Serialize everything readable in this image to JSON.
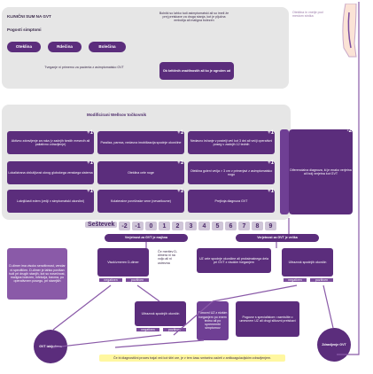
{
  "top": {
    "heading": "KLINIČNI SUM NA GVT",
    "subheading": "Pogosti simptomi",
    "pills": [
      "Oteklina",
      "Rdečina",
      "Bolečina"
    ],
    "leftNote": "Tveganje ni primerno za pacienta z asimptomatsko GVT",
    "rightNote": "Bolniki so lahko tudi asimptomatski ali so imeli že prej preiskave za druga stanja, kot je pljučna embolija ali maligna bolezen",
    "purpleBox": "Ob kritičnih značilnostih ali ko je ogrožen ud",
    "legRight": "Oteklina in vnetje pod mestom strdka"
  },
  "wells": {
    "title": "Modificirani Wellsov točkovnik",
    "plus1_items": [
      "Aktivno zdravljenje za raka (v zadnjih šestih mesecih ali paliativno zdravljenje)",
      "Paraliza, pareza, nedavna imobilizacija spodnje okončine",
      "Nedavno ležanje v postelji več kot 3 dni ali večji operativni poseg v zadnjih 12 tednih",
      "Lokalizirana občutljivost okrog globokega venskega sistema",
      "Oteklina cele noge",
      "Oteklina goleni večja > 3 cm v primerjavi z asimptomatsko nogo",
      "Luknjičasti edem (večji v simptomatski okončini)",
      "Kolateralne površinske vene (nevarikozne)",
      "Prejšnja diagnoza GVT"
    ],
    "minus2_item": "Diferencialna diagnoza, ki je enako verjetna ali bolj verjetna kot GVT",
    "plus_sign": "+1",
    "minus_sign": "-2"
  },
  "score": {
    "label": "Seštevek",
    "values": [
      "-2",
      "-1",
      "0",
      "1",
      "2",
      "3",
      "4",
      "5",
      "6",
      "7",
      "8",
      "9"
    ],
    "unlikely": "Verjetnost za GVT je majhna",
    "likely": "Verjetnost za GVT je velika"
  },
  "bottom": {
    "ddimerText": "D-dimer ima visoko senzitivnost, vendar ni specifičen. D-dimer je lahko povišan tudi pri drugih stanjih, kot so nosečnost, maligna bolezen, infekcija, travma, po operativnem posegu, pri starejših",
    "ddimerBox": "Visok/zmeren D-dimer",
    "negativen": "negativen",
    "pozitiven": "pozitiven",
    "noteRight": "Če meritev D-dimera ni na voljo ali ni ustrezna",
    "ultrazvok": "Ultrazvok spodnjih okončin",
    "repeat": "UZ cele spodnje okončine ali proksimalnega dela pri GVT z visokim tveganjem",
    "afterOneWeek": "Ponovni UZ z nizkim tveganjem po enem tednu ali po spremembi simptomov",
    "repeatUZ": "Ultrazvok spodnjih okončin",
    "specialist": "Pogovor s specialistom: razmislite o umesnem UZ ali drugi slikovni preiskavi",
    "gvtExcluded": "GVT izključena",
    "treatment": "Zdravljenje GVT",
    "footer": "Če bi diagnostični proces trajal več kot štiri ure, je v tem času smiselno začeti z antikoagulacijskim zdravljenjem."
  },
  "colors": {
    "purple": "#5b2d7c",
    "purpleMid": "#6f3f94",
    "gray": "#e6e6e6",
    "yellow": "#fff7a0"
  }
}
